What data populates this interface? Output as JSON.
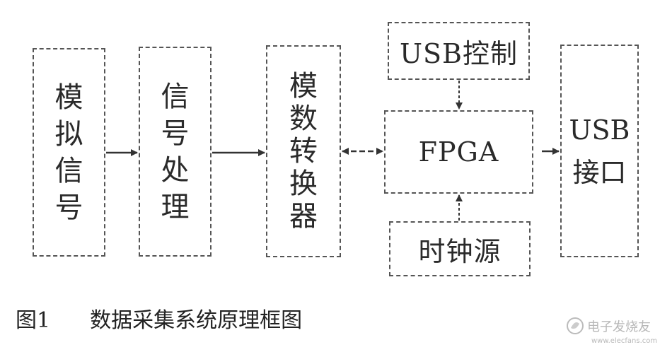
{
  "blocks": {
    "analog_signal": "模拟信号",
    "signal_processing": "信号处理",
    "adc": "模数转换器",
    "usb_control": "USB控制",
    "fpga": "FPGA",
    "clock_source": "时钟源",
    "usb_interface": "USB\n接口"
  },
  "caption": {
    "figure_number": "图1",
    "title": "数据采集系统原理框图"
  },
  "watermark": {
    "text": "电子发烧友",
    "url": "www.elecfans.com"
  }
}
